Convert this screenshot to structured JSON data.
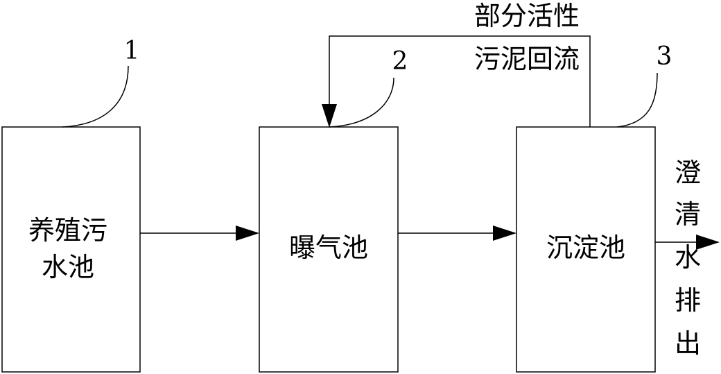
{
  "diagram": {
    "nodes": [
      {
        "id": "tank1",
        "number": "1",
        "lines": [
          "养殖污",
          "水池"
        ]
      },
      {
        "id": "tank2",
        "number": "2",
        "lines": [
          "曝气池"
        ]
      },
      {
        "id": "tank3",
        "number": "3",
        "lines": [
          "沉淀池"
        ]
      }
    ],
    "recycle_label": [
      "部分活性",
      "污泥回流"
    ],
    "outlet_label": [
      "澄",
      "清",
      "水",
      "排",
      "出"
    ]
  }
}
